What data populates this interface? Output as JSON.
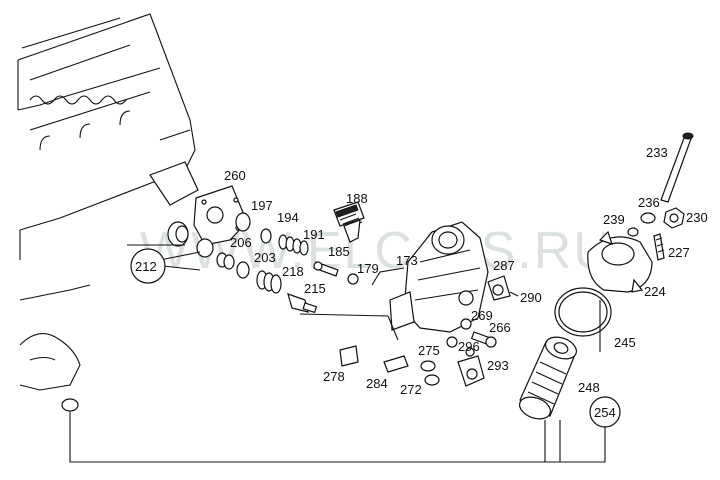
{
  "diagram": {
    "watermark": "WWW.ELCATS.RU",
    "part_labels": {
      "p173": "173",
      "p179": "179",
      "p185": "185",
      "p188": "188",
      "p191": "191",
      "p194": "194",
      "p197": "197",
      "p203": "203",
      "p206": "206",
      "p212": "212",
      "p215": "215",
      "p218": "218",
      "p224": "224",
      "p227": "227",
      "p230": "230",
      "p233": "233",
      "p236": "236",
      "p239": "239",
      "p245": "245",
      "p248": "248",
      "p254": "254",
      "p260": "260",
      "p266": "266",
      "p269": "269",
      "p272": "272",
      "p275": "275",
      "p278": "278",
      "p284": "284",
      "p287": "287",
      "p290": "290",
      "p293": "293",
      "p296": "296"
    }
  }
}
